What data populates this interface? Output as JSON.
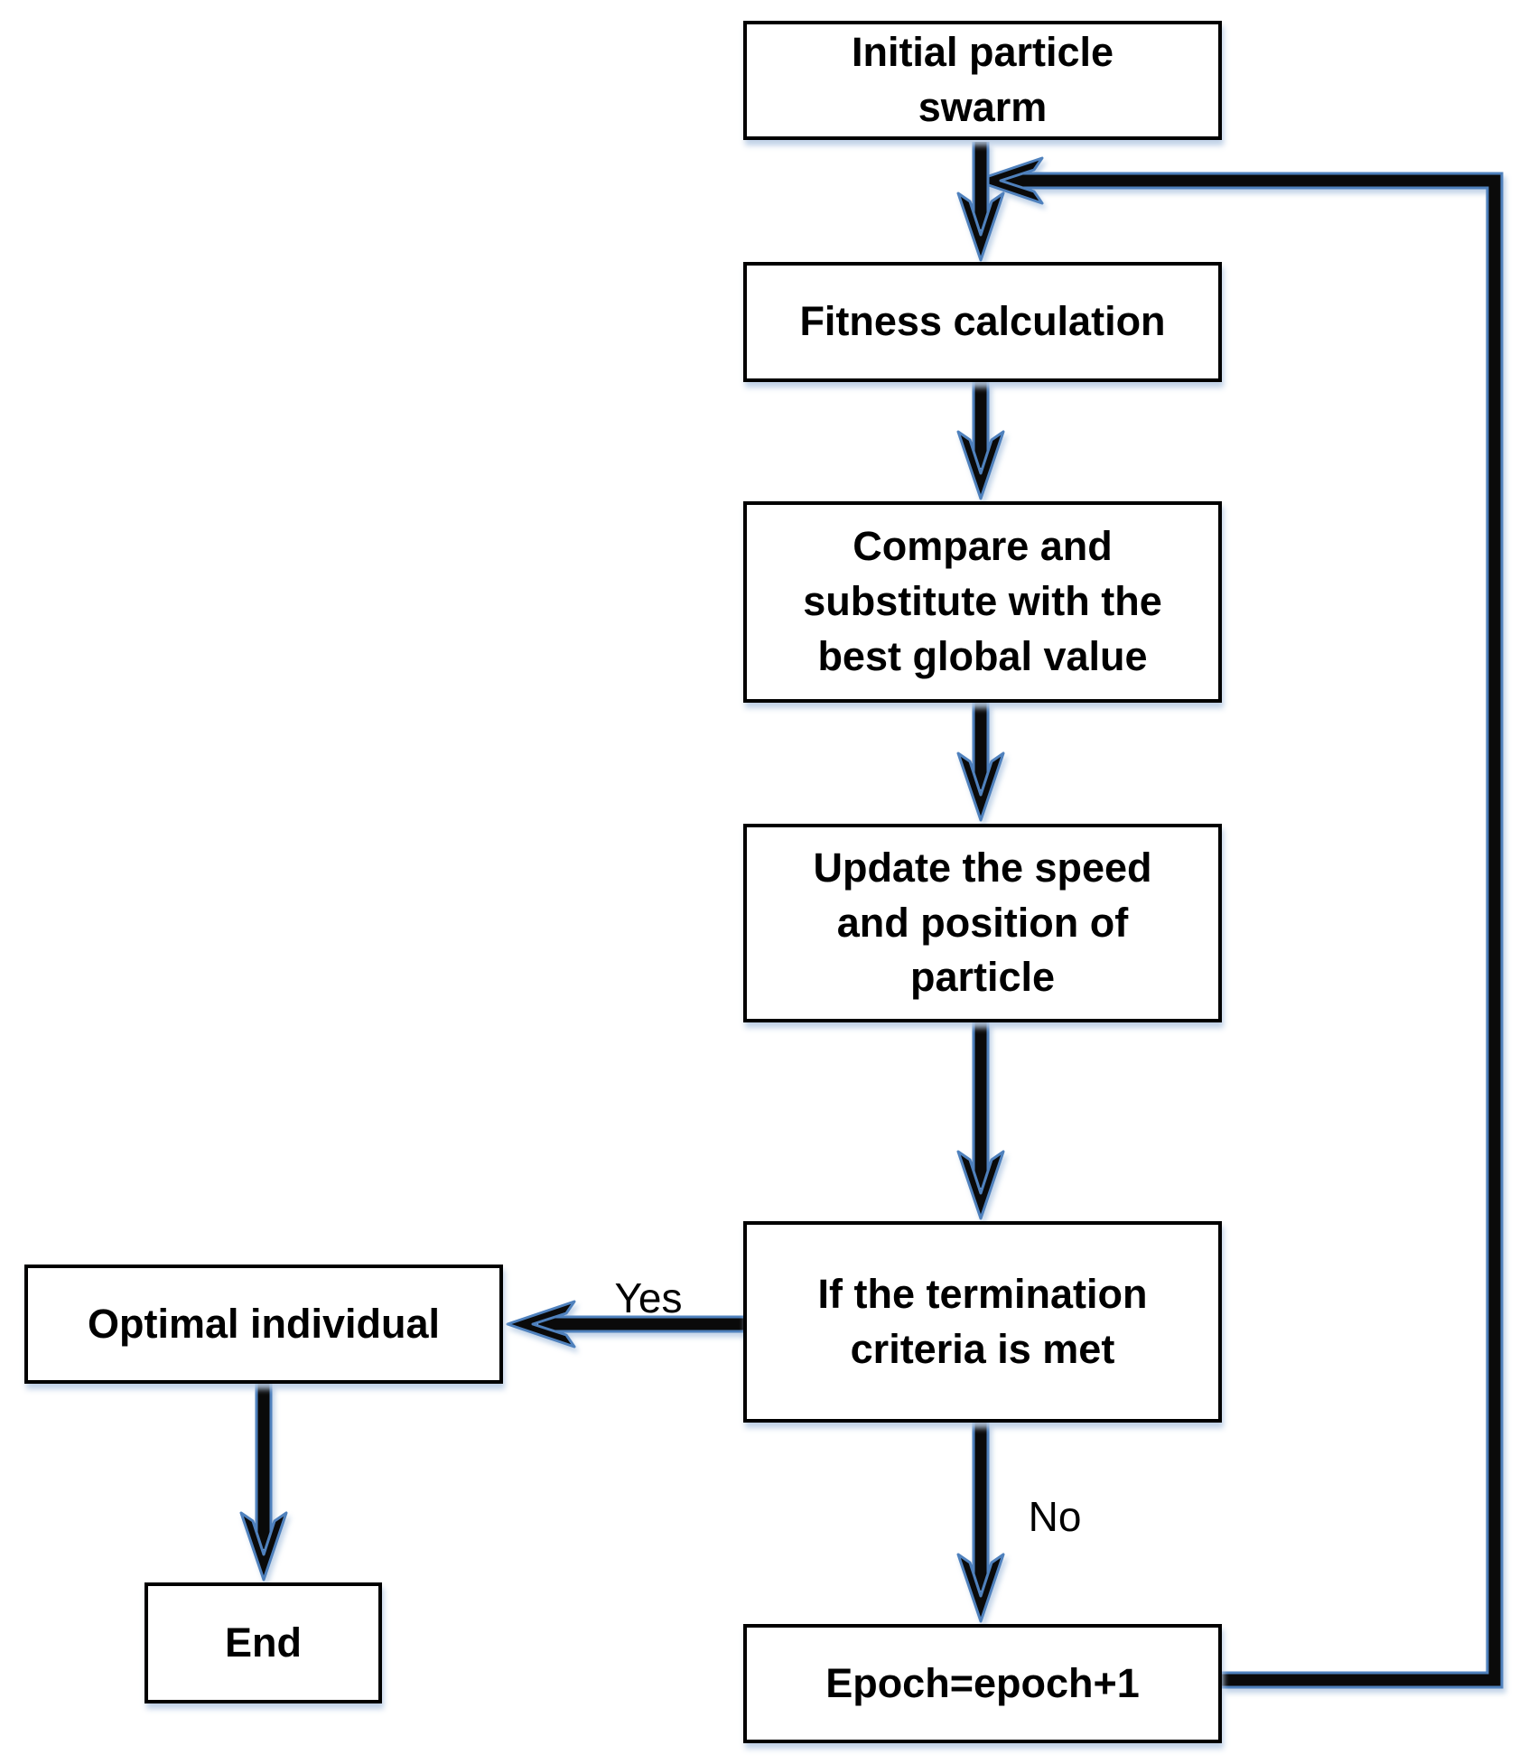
{
  "diagram": {
    "type": "flowchart",
    "nodes": {
      "initial": {
        "label": [
          "Initial particle",
          "swarm"
        ]
      },
      "fitness": {
        "label": [
          "Fitness calculation"
        ]
      },
      "compare": {
        "label": [
          "Compare and",
          "substitute with the",
          "best global value"
        ]
      },
      "update": {
        "label": [
          "Update the speed",
          "and position of",
          "particle"
        ]
      },
      "termination": {
        "label": [
          "If the termination",
          "criteria is met"
        ]
      },
      "epoch": {
        "label": [
          "Epoch=epoch+1"
        ]
      },
      "optimal": {
        "label": [
          "Optimal individual"
        ]
      },
      "end": {
        "label": [
          "End"
        ]
      }
    },
    "edge_labels": {
      "yes": "Yes",
      "no": "No"
    },
    "colors": {
      "background": "#ffffff",
      "box_fill": "#ffffff",
      "box_border": "#000000",
      "arrow_fill": "#0a0a0a",
      "arrow_outline": "#4f81bd",
      "shadow": "#b8cce4",
      "text": "#000000"
    }
  }
}
